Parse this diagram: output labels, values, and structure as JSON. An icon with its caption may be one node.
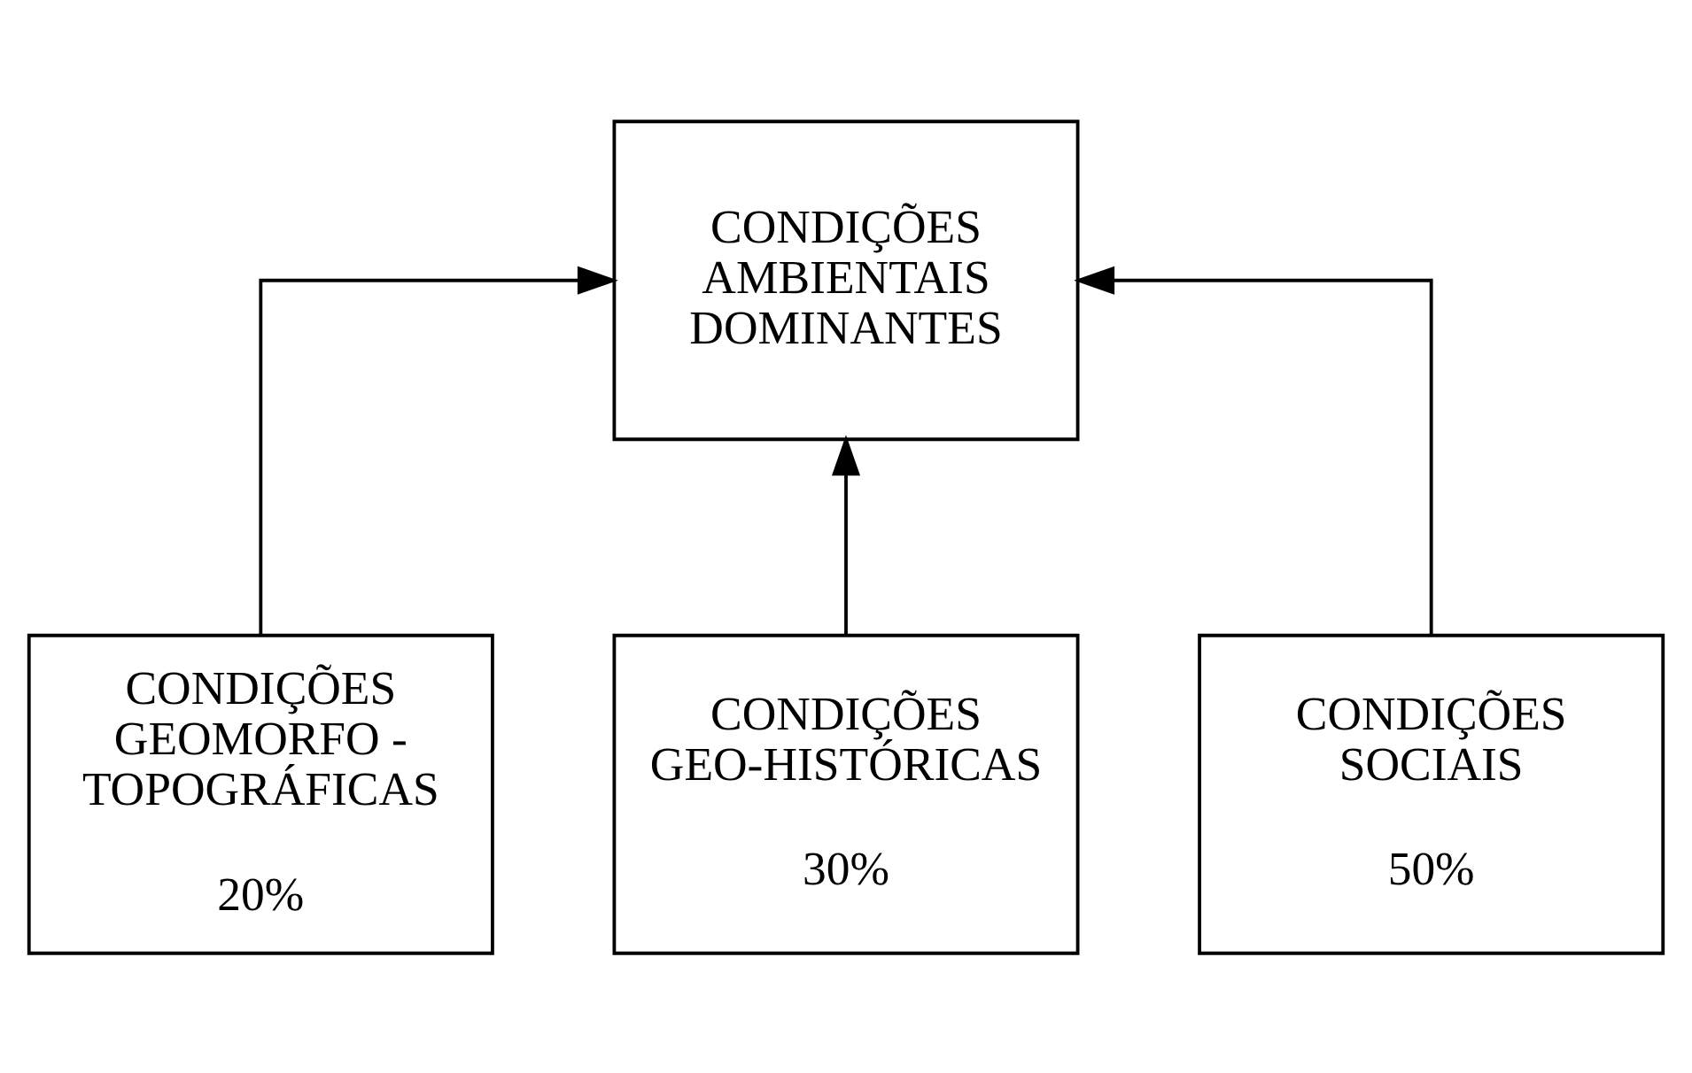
{
  "diagram": {
    "nodes": [
      {
        "text": [
          "CONDIÇÕES AMBIENTAIS DOMINANTES"
        ]
      },
      {
        "text": [
          "CONDIÇÕES GEOMORFO - TOPOGRÁFICAS",
          "20%"
        ]
      },
      {
        "text": [
          "CONDIÇÕES GEO-HISTÓRICAS",
          "30%"
        ]
      },
      {
        "text": [
          "CONDIÇÕES SOCIAIS",
          "50%"
        ]
      }
    ],
    "edges": [
      {
        "from": 1,
        "to": 0,
        "arrow": "to"
      },
      {
        "from": 2,
        "to": 0,
        "arrow": "to"
      },
      {
        "from": 3,
        "to": 0,
        "arrow": "to"
      }
    ]
  }
}
